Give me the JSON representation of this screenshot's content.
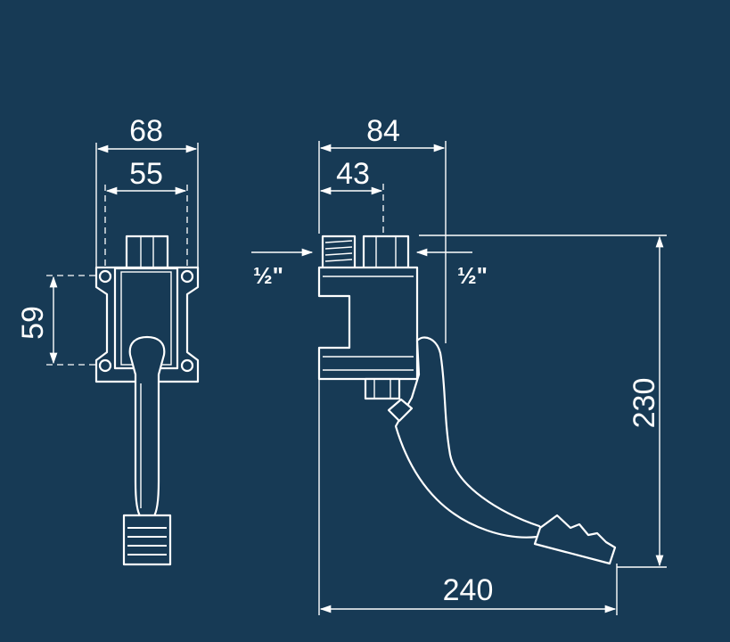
{
  "colors": {
    "background": "#173a55",
    "lines": "#ffffff"
  },
  "front_view": {
    "overall_width": "68",
    "mounting_width": "55",
    "mounting_height": "59"
  },
  "side_view": {
    "depth": "84",
    "connection_offset": "43",
    "inlet_size_left": "½\"",
    "inlet_size_right": "½\"",
    "height": "230",
    "pedal_reach": "240"
  }
}
